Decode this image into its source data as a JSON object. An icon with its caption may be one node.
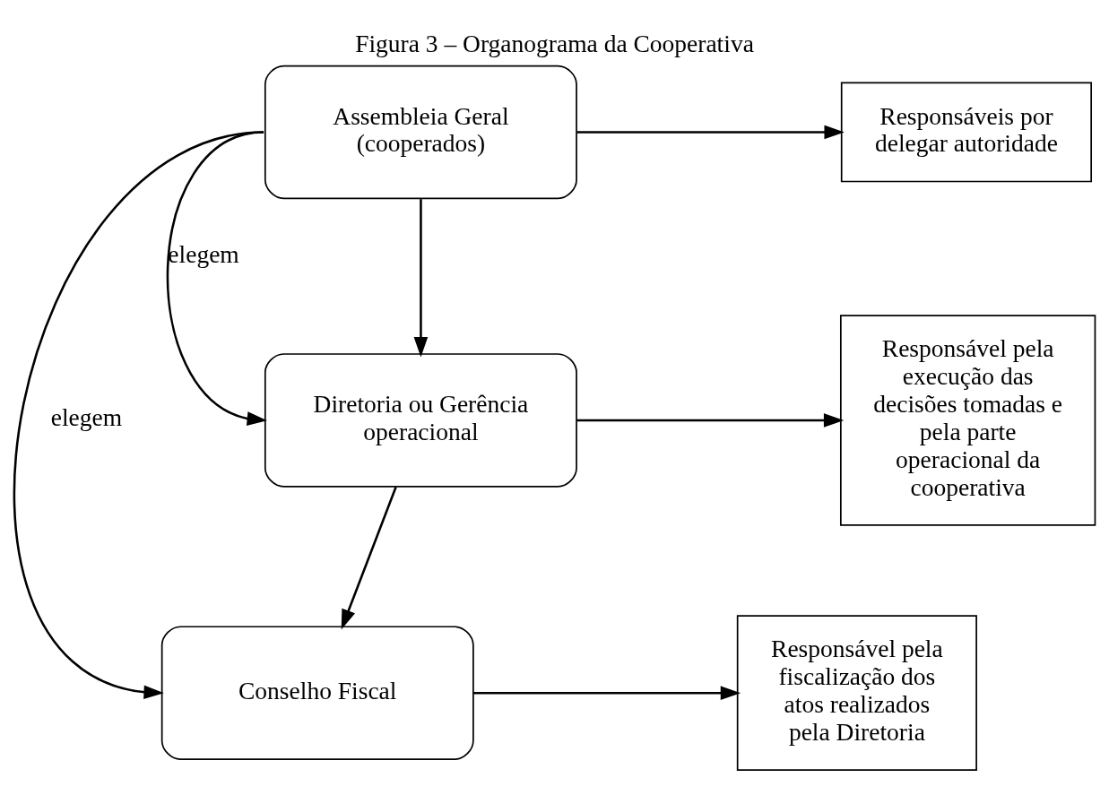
{
  "diagram": {
    "title": "Figura 3 – Organograma da Cooperativa",
    "nodes": [
      {
        "text": [
          "Assembleia Geral (cooperados)"
        ]
      },
      {
        "text": [
          "Responsáveis por delegar autoridade"
        ]
      },
      {
        "text": [
          "Diretoria ou Gerência operacional"
        ]
      },
      {
        "text": [
          "Responsável pela execução das decisões tomadas e pela parte operacional da cooperativa"
        ]
      },
      {
        "text": [
          "Conselho Fiscal"
        ]
      },
      {
        "text": [
          "Responsável pela fiscalização dos atos realizados pela Diretoria"
        ]
      }
    ],
    "edges": [
      {
        "from": 0,
        "to": 1,
        "arrow": "to"
      },
      {
        "from": 0,
        "to": 2,
        "arrow": "to"
      },
      {
        "from": 0,
        "to": 2,
        "arrow": "to",
        "label": "elegem"
      },
      {
        "from": 2,
        "to": 3,
        "arrow": "to"
      },
      {
        "from": 2,
        "to": 4,
        "arrow": "to"
      },
      {
        "from": 0,
        "to": 4,
        "arrow": "to",
        "label": "elegem"
      },
      {
        "from": 4,
        "to": 5,
        "arrow": "to"
      }
    ]
  }
}
